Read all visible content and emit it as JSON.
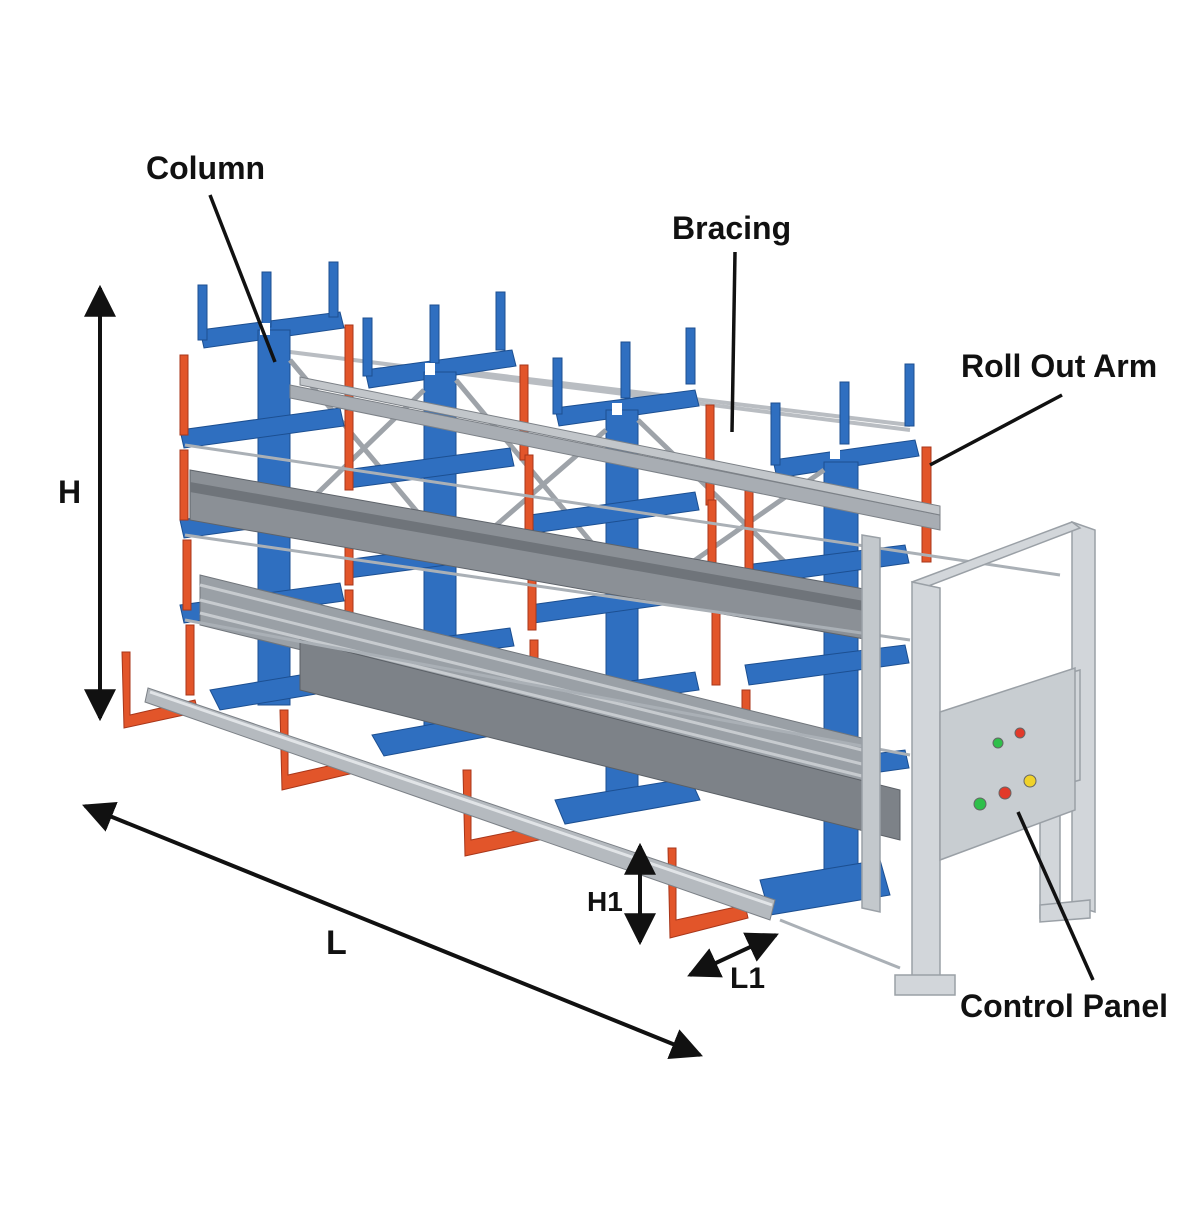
{
  "labels": {
    "column": "Column",
    "bracing": "Bracing",
    "roll_out_arm": "Roll Out Arm",
    "control_panel": "Control Panel",
    "height": "H",
    "length": "L",
    "height1": "H1",
    "length1": "L1"
  },
  "colors": {
    "column_blue": "#2f6fc0",
    "arm_orange": "#e2552a",
    "steel_gray": "#a8adb3",
    "frame_gray": "#cfd3d7",
    "outline": "#111111"
  },
  "control_panel": {
    "indicator_lights": [
      "green",
      "red"
    ],
    "buttons": [
      "green",
      "red",
      "yellow"
    ]
  }
}
